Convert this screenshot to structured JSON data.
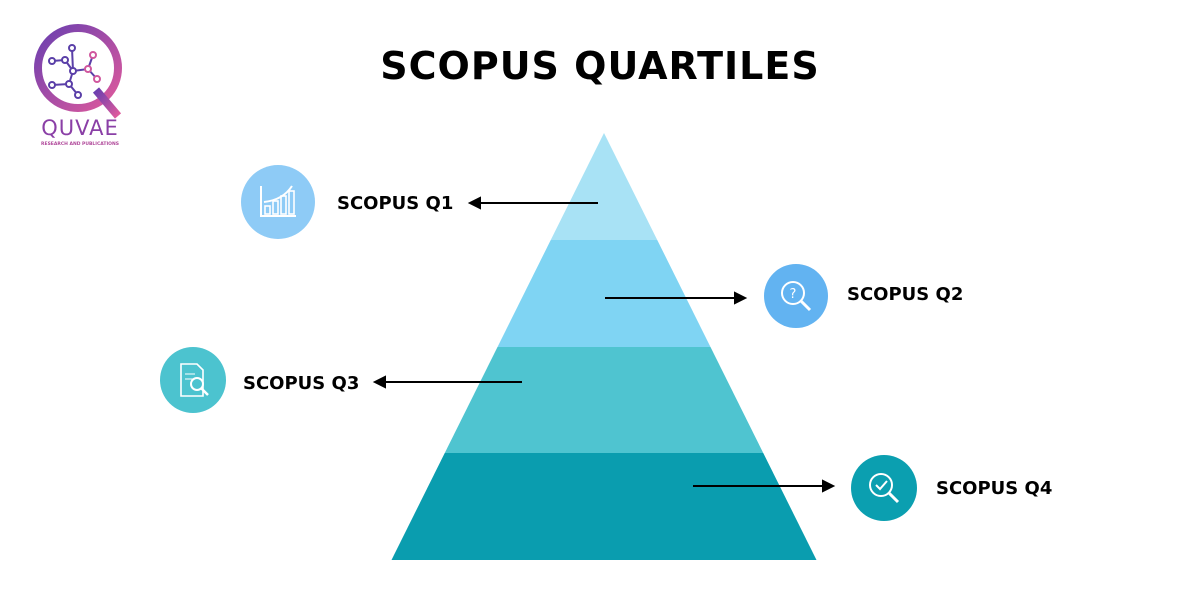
{
  "logo": {
    "name": "QUVAE",
    "tagline": "RESEARCH AND PUBLICATIONS"
  },
  "title": "SCOPUS QUARTILES",
  "levels": [
    {
      "label": "SCOPUS Q1",
      "icon": "chart-growth-icon",
      "color": "#a8e2f5",
      "icon_color": "#8ecbf6"
    },
    {
      "label": "SCOPUS Q2",
      "icon": "search-question-icon",
      "color": "#7fd4f3",
      "icon_color": "#62b3f1"
    },
    {
      "label": "SCOPUS Q3",
      "icon": "document-search-icon",
      "color": "#4fc4d0",
      "icon_color": "#4cc3cf"
    },
    {
      "label": "SCOPUS Q4",
      "icon": "search-check-icon",
      "color": "#0a9daf",
      "icon_color": "#0b9fb0"
    }
  ]
}
